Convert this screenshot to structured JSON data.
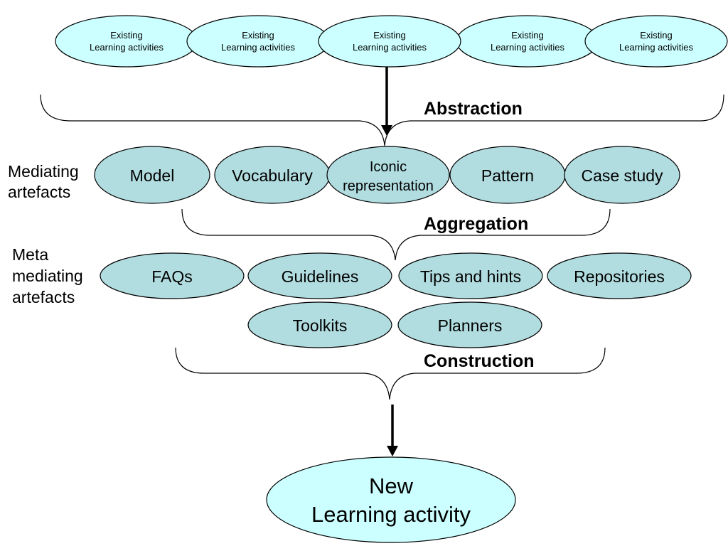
{
  "existing_activities": [
    {
      "line1": "Existing",
      "line2": "Learning activities"
    },
    {
      "line1": "Existing",
      "line2": "Learning activities"
    },
    {
      "line1": "Existing",
      "line2": "Learning activities"
    },
    {
      "line1": "Existing",
      "line2": "Learning activities"
    },
    {
      "line1": "Existing",
      "line2": "Learning activities"
    }
  ],
  "stages": {
    "abstraction": "Abstraction",
    "aggregation": "Aggregation",
    "construction": "Construction"
  },
  "mediating": {
    "label_line1": "Mediating",
    "label_line2": "artefacts",
    "items": [
      "Model",
      "Vocabulary",
      "Iconic",
      "representation",
      "Pattern",
      "Case study"
    ]
  },
  "meta_mediating": {
    "label_line1": "Meta",
    "label_line2": "mediating",
    "label_line3": "artefacts",
    "items": [
      "FAQs",
      "Guidelines",
      "Tips and hints",
      "Repositories",
      "Toolkits",
      "Planners"
    ]
  },
  "new_activity": {
    "line1": "New",
    "line2": "Learning activity"
  },
  "colors": {
    "existing_fill": "#ccffff",
    "artefact_fill": "#b2dde0",
    "new_fill": "#ccffff"
  }
}
